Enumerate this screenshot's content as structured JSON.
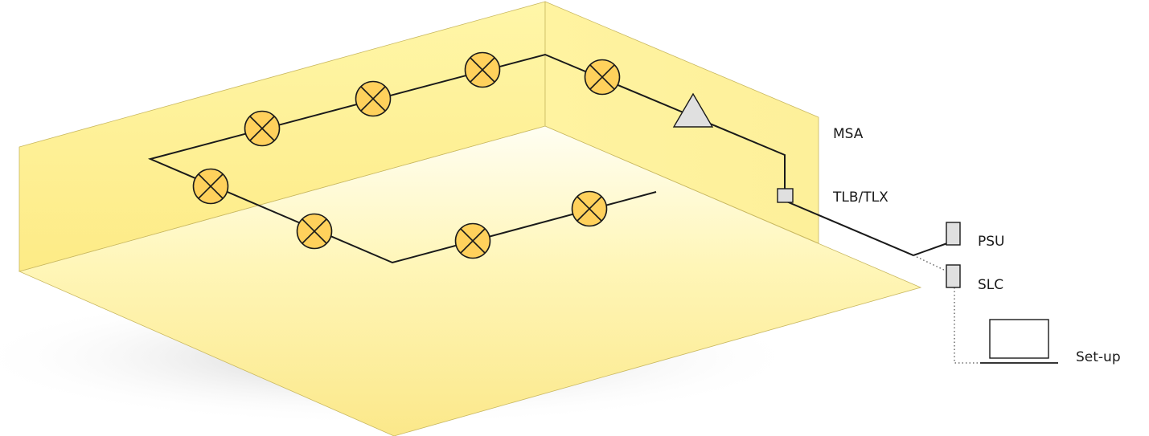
{
  "labels": {
    "msa": "MSA",
    "tlb_tlx": "TLB/TLX",
    "psu": "PSU",
    "slc": "SLC",
    "setup": "Set-up"
  },
  "colors": {
    "wall": "#fdf4a0",
    "floor": "#fff8c8",
    "lamp": "#ffd15c",
    "device": "#e0e0e0",
    "line": "#1a1a1a"
  },
  "icons": {
    "lamp": "luminaire-cross-circle-icon",
    "sensor": "triangle-sensor-icon",
    "module": "square-module-icon",
    "laptop": "laptop-icon"
  }
}
